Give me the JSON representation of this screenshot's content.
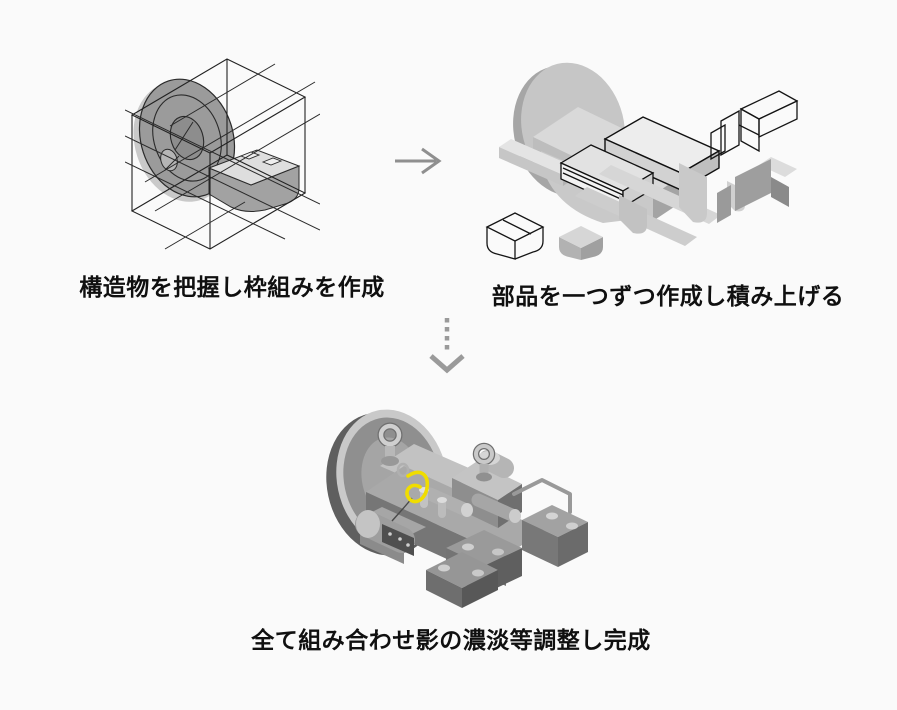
{
  "page": {
    "background": "#fafafa",
    "text_color": "#101010"
  },
  "steps": [
    {
      "caption": "構造物を把握し枠組みを作成",
      "illustration": "wireframe-framework"
    },
    {
      "caption": "部品を一つずつ作成し積み上げる",
      "illustration": "parts-assembly"
    },
    {
      "caption": "全て組み合わせ影の濃淡等調整し完成",
      "illustration": "finished-shaded-model"
    }
  ],
  "arrows": {
    "right": {
      "style": "solid",
      "color": "#8f8f8f"
    },
    "down": {
      "style": "dashed",
      "color": "#9a9a9a"
    }
  },
  "illustration_colors": {
    "line": "#1f1f1f",
    "gray_lightest": "#ececec",
    "gray_light": "#d9d9d9",
    "gray_mid": "#b3b3b3",
    "gray_dark": "#787878",
    "gray_darkest": "#5c5c5c",
    "highlight_yellow": "#f0dd00"
  }
}
